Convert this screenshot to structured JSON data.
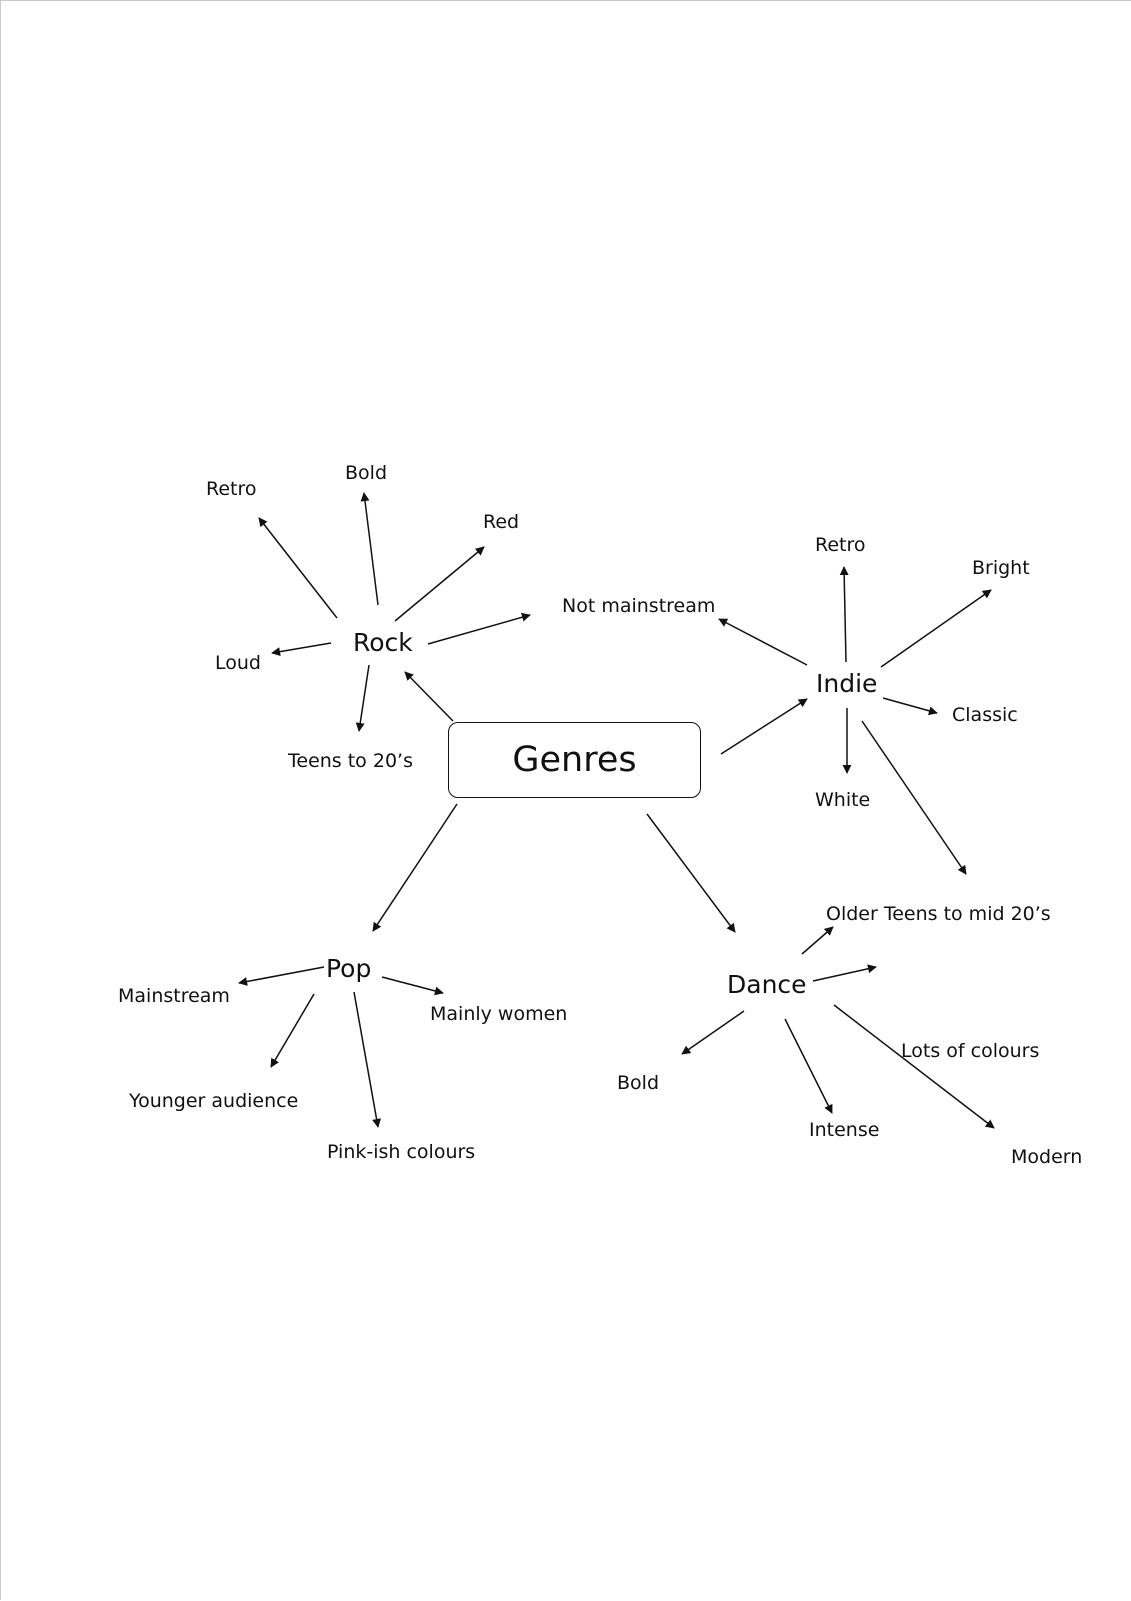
{
  "root": {
    "label": "Genres"
  },
  "branches": {
    "rock": {
      "label": "Rock",
      "leaves": [
        "Retro",
        "Bold",
        "Red",
        "Loud",
        "Teens to 20’s",
        "Not mainstream"
      ]
    },
    "indie": {
      "label": "Indie",
      "leaves": [
        "Retro",
        "Bright",
        "Classic",
        "White",
        "Older Teens to mid 20’s"
      ]
    },
    "pop": {
      "label": "Pop",
      "leaves": [
        "Mainstream",
        "Mainly women",
        "Younger audience",
        "Pink-ish colours"
      ]
    },
    "dance": {
      "label": "Dance",
      "leaves": [
        "Bold",
        "Lots of colours",
        "Intense",
        "Modern"
      ]
    }
  },
  "colors": {
    "ink": "#111111",
    "background": "#ffffff"
  }
}
